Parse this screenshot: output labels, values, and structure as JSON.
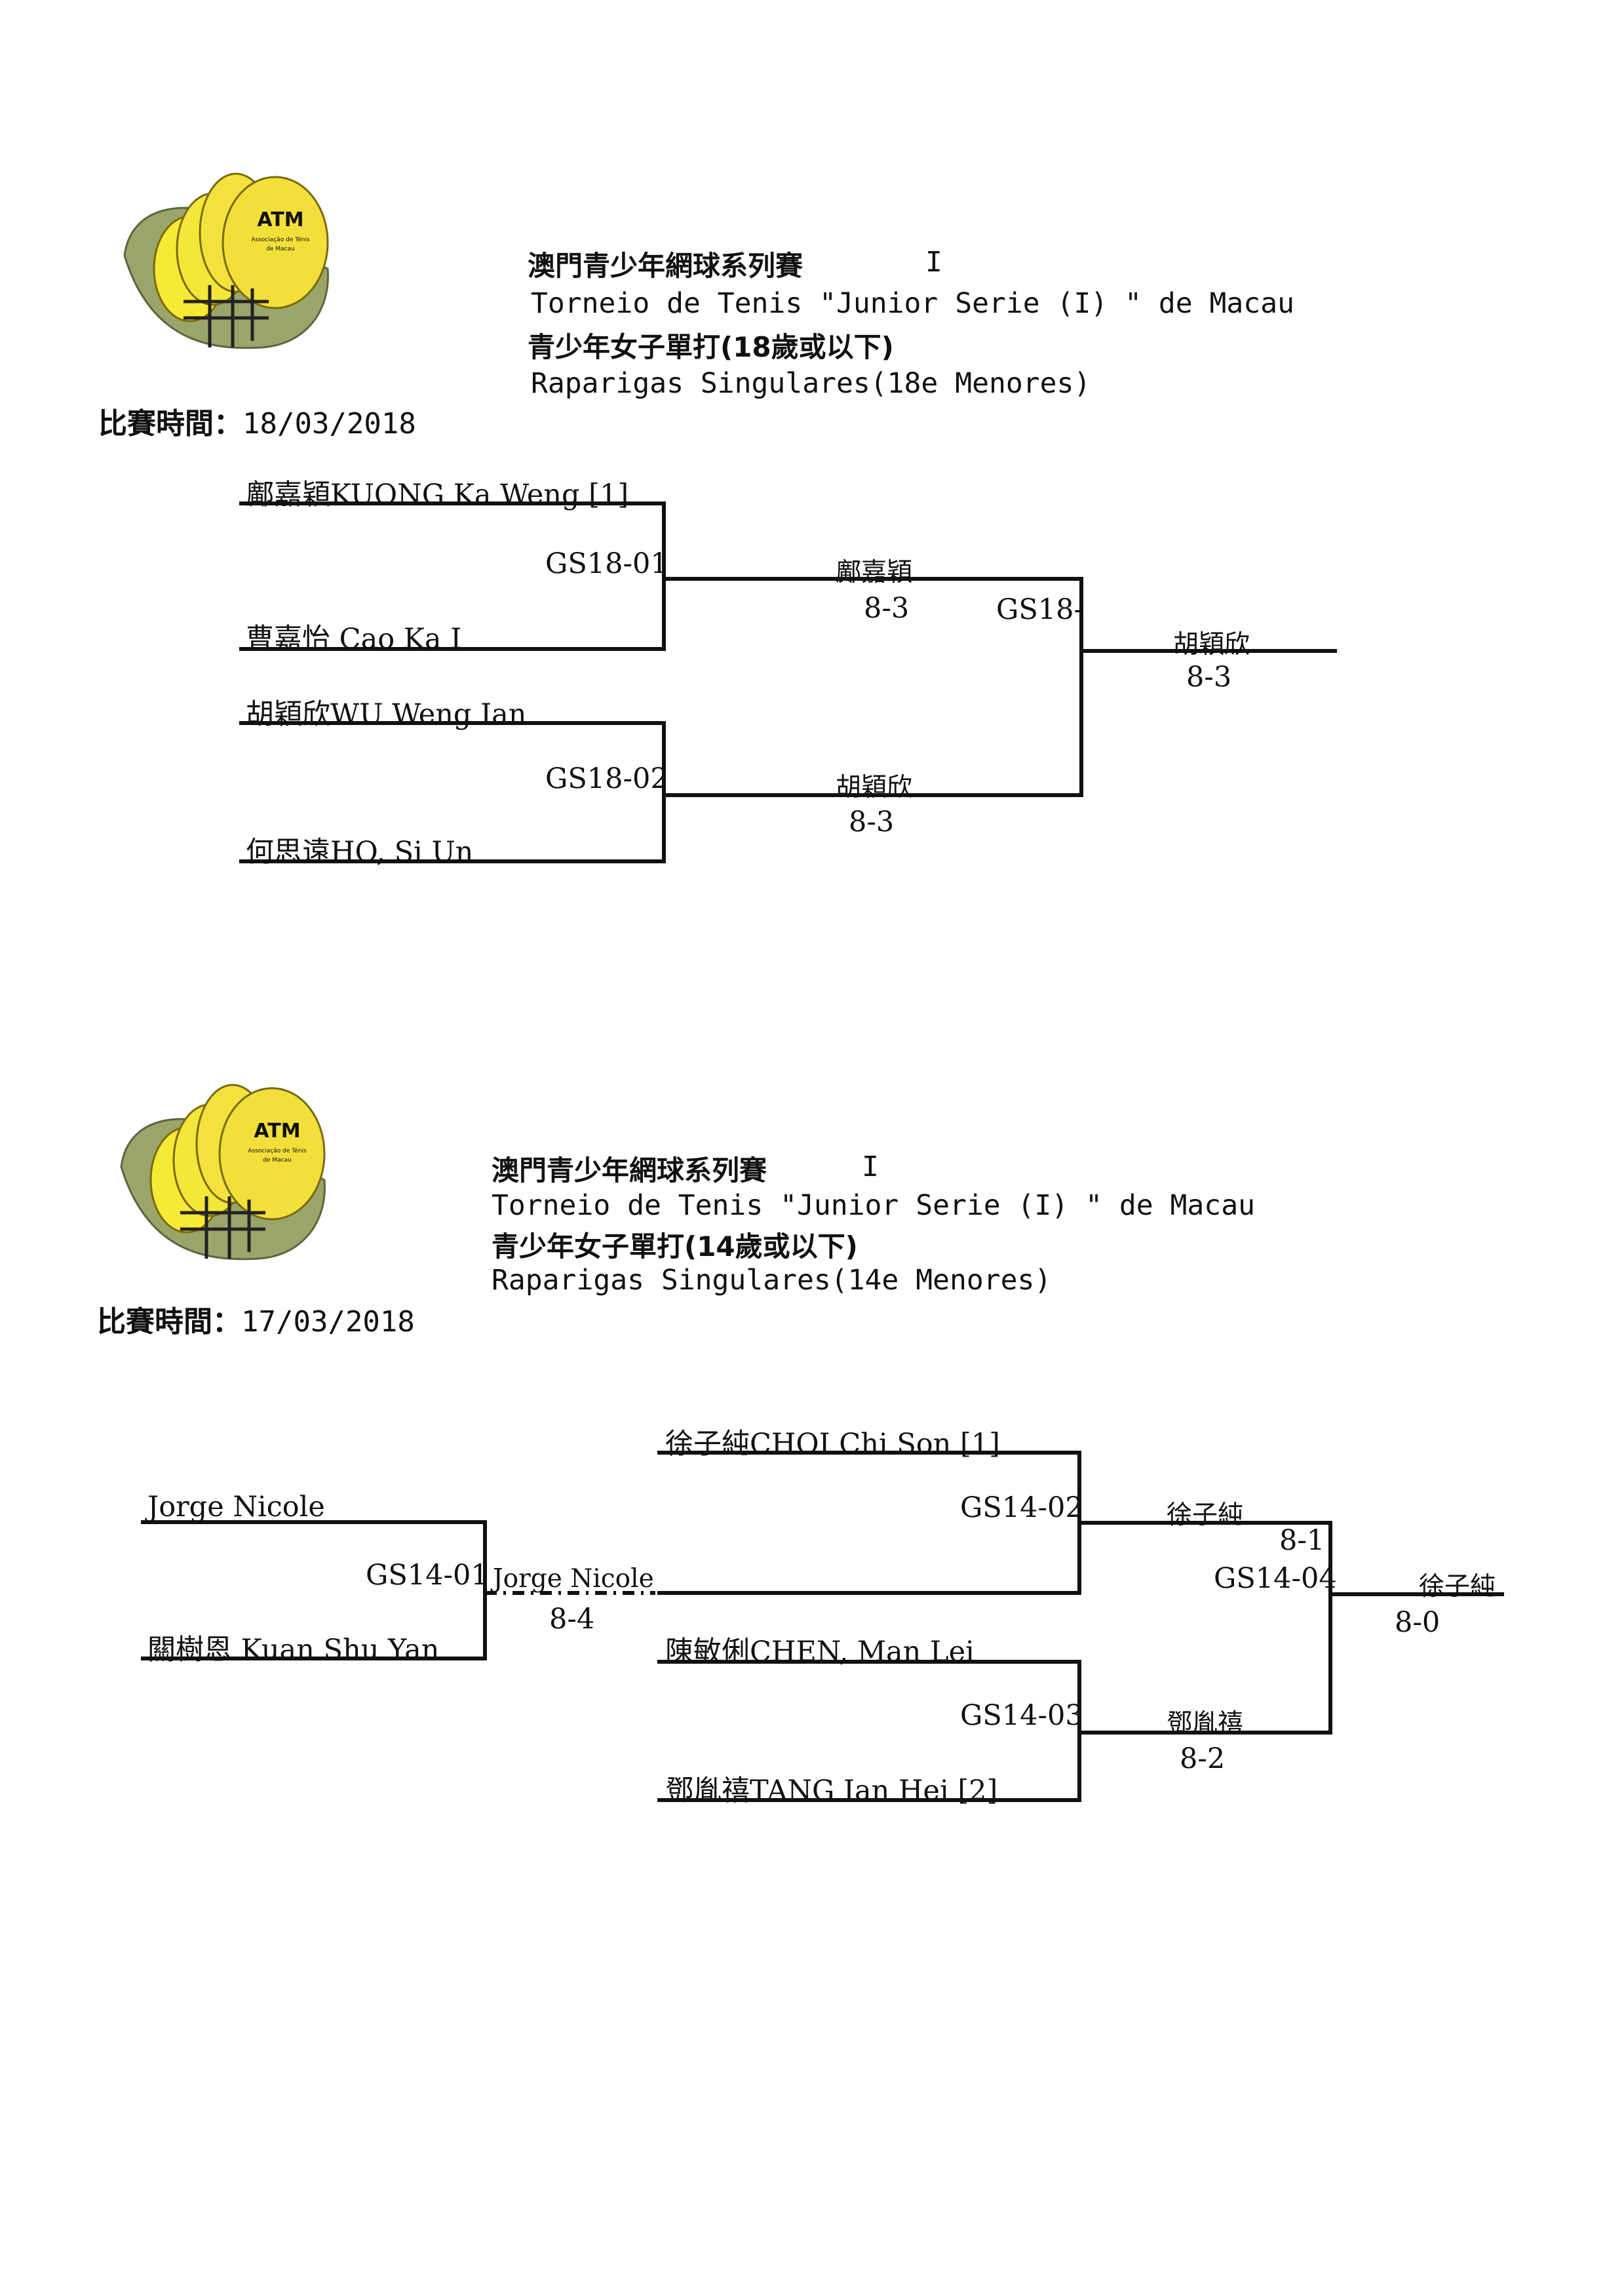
{
  "sections": [
    {
      "logo_text": [
        "ATM",
        "Associação de Ténis",
        "de Macau"
      ],
      "title_zh": "澳門青少年網球系列賽",
      "title_roman": "I",
      "title_latin": "Torneio de Tenis \"Junior Serie (I) \" de Macau",
      "event_zh": "青少年女子單打(18歲或以下)",
      "event_latin": "Raparigas Singulares(18e Menores)",
      "date_label": "比賽時間：",
      "date_value": "18/03/2018",
      "players": [
        "鄺嘉穎KUONG Ka Weng [1]",
        "曹嘉怡 Cao Ka I",
        "胡穎欣WU Weng Ian",
        "何思遠HO, Si Un"
      ],
      "matches": [
        {
          "code": "GS18-01",
          "winner": "鄺嘉穎",
          "score": "8-3"
        },
        {
          "code": "GS18-02",
          "winner": "胡穎欣",
          "score": "8-3"
        },
        {
          "code": "GS18-",
          "winner": "胡穎欣",
          "score": "8-3"
        }
      ]
    },
    {
      "logo_text": [
        "ATM",
        "Associação de Ténis",
        "de Macau"
      ],
      "title_zh": "澳門青少年網球系列賽",
      "title_roman": "I",
      "title_latin": "Torneio de Tenis \"Junior Serie (I) \" de Macau",
      "event_zh": "青少年女子單打(14歲或以下)",
      "event_latin": "Raparigas Singulares(14e Menores)",
      "date_label": "比賽時間：",
      "date_value": "17/03/2018",
      "players": [
        "徐子純CHOI Chi Son [1]",
        "Jorge Nicole",
        "關樹恩 Kuan Shu Yan",
        "陳敏俐CHEN, Man Lei",
        "鄧胤禧TANG Ian Hei [2]"
      ],
      "matches": [
        {
          "code": "GS14-01",
          "winner": "Jorge Nicole",
          "score": "8-4"
        },
        {
          "code": "GS14-02",
          "winner": "徐子純",
          "score": "8-1"
        },
        {
          "code": "GS14-03",
          "winner": "鄧胤禧",
          "score": "8-2"
        },
        {
          "code": "GS14-04",
          "winner": "徐子純",
          "score": "8-0"
        }
      ]
    }
  ]
}
